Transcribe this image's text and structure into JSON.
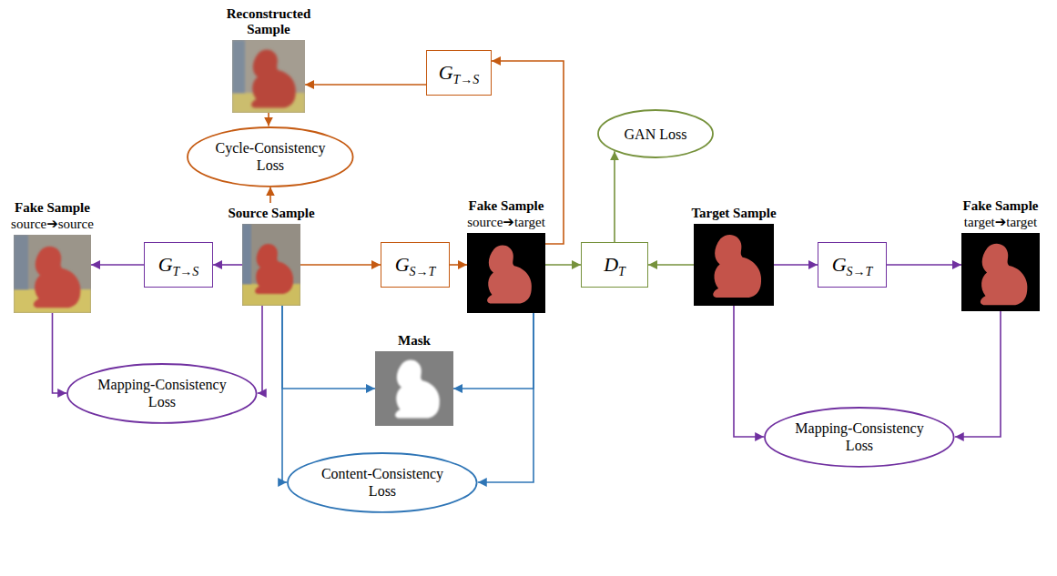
{
  "diagram": {
    "nodes": [
      {
        "text": [
          "Reconstructed Sample"
        ]
      },
      {
        "text": [
          "GT→S"
        ]
      },
      {
        "text": [
          "Cycle-Consistency Loss"
        ]
      },
      {
        "text": [
          "GAN Loss"
        ]
      },
      {
        "text": [
          "Fake Sample",
          "source➔source"
        ]
      },
      {
        "text": [
          "GT→S"
        ]
      },
      {
        "text": [
          "Source Sample"
        ]
      },
      {
        "text": [
          "GS→T"
        ]
      },
      {
        "text": [
          "Fake Sample",
          "source➔target"
        ]
      },
      {
        "text": [
          "DT"
        ]
      },
      {
        "text": [
          "Target Sample"
        ]
      },
      {
        "text": [
          "GS→T"
        ]
      },
      {
        "text": [
          "Fake Sample",
          "target➔target"
        ]
      },
      {
        "text": [
          "Mapping-Consistency Loss"
        ]
      },
      {
        "text": [
          "Mask"
        ]
      },
      {
        "text": [
          "Content-Consistency Loss"
        ]
      },
      {
        "text": [
          "Mapping-Consistency Loss"
        ]
      }
    ],
    "edges": [
      {
        "from": 6,
        "to": 7,
        "arrow": "to"
      },
      {
        "from": 7,
        "to": 8,
        "arrow": "to"
      },
      {
        "from": 8,
        "to": 1,
        "arrow": "to"
      },
      {
        "from": 1,
        "to": 0,
        "arrow": "to"
      },
      {
        "from": 0,
        "to": 2,
        "arrow": "to"
      },
      {
        "from": 6,
        "to": 2,
        "arrow": "to"
      },
      {
        "from": 8,
        "to": 9,
        "arrow": "to"
      },
      {
        "from": 10,
        "to": 9,
        "arrow": "to"
      },
      {
        "from": 9,
        "to": 3,
        "arrow": "to"
      },
      {
        "from": 6,
        "to": 5,
        "arrow": "to"
      },
      {
        "from": 5,
        "to": 4,
        "arrow": "to"
      },
      {
        "from": 4,
        "to": 13,
        "arrow": "to"
      },
      {
        "from": 6,
        "to": 13,
        "arrow": "to"
      },
      {
        "from": 10,
        "to": 11,
        "arrow": "to"
      },
      {
        "from": 11,
        "to": 12,
        "arrow": "to"
      },
      {
        "from": 10,
        "to": 16,
        "arrow": "to"
      },
      {
        "from": 12,
        "to": 16,
        "arrow": "to"
      },
      {
        "from": 6,
        "to": 14,
        "arrow": "to"
      },
      {
        "from": 8,
        "to": 14,
        "arrow": "to"
      },
      {
        "from": 6,
        "to": 15,
        "arrow": "to"
      },
      {
        "from": 8,
        "to": 15,
        "arrow": "to"
      }
    ]
  }
}
